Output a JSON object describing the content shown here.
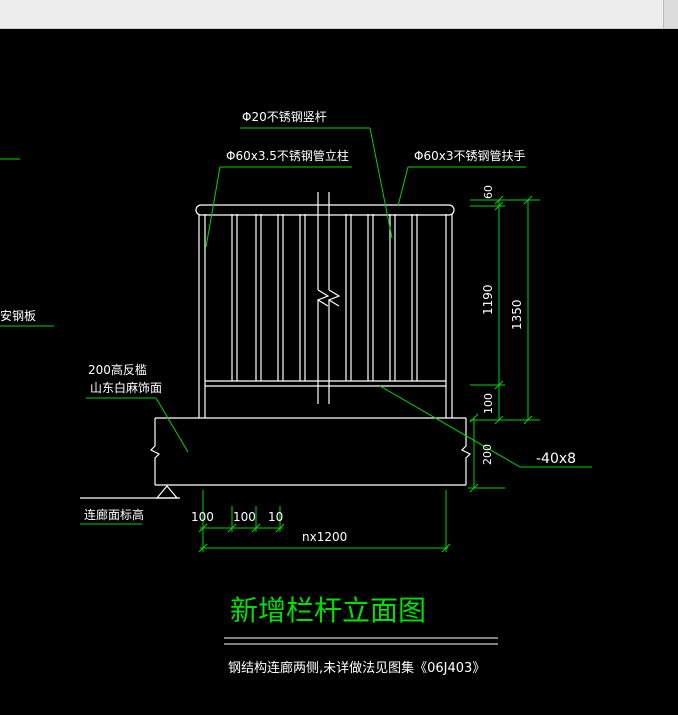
{
  "annotations": {
    "rod": "Φ20不锈钢竖杆",
    "post": "Φ60x3.5不锈钢管立柱",
    "handrail": "Φ60x3不锈钢管扶手",
    "left_plate": "安钢板",
    "curb_line1": "200高反槛",
    "curb_line2": "山东白麻饰面",
    "base_label": "连廊面标高",
    "flat_bar": "-40x8"
  },
  "dimensions": {
    "d60": "60",
    "d1190": "1190",
    "d1350": "1350",
    "d100_right": "100",
    "d200": "200",
    "d100_a": "100",
    "d100_b": "100",
    "d10": "10",
    "nx1200": "nx1200"
  },
  "title": {
    "main": "新增栏杆立面图",
    "note": "钢结构连廊两侧,未详做法见图集《06J403》"
  },
  "colors": {
    "line": "#ffffff",
    "leader": "#00d200",
    "title": "#00e000",
    "background": "#000000"
  }
}
